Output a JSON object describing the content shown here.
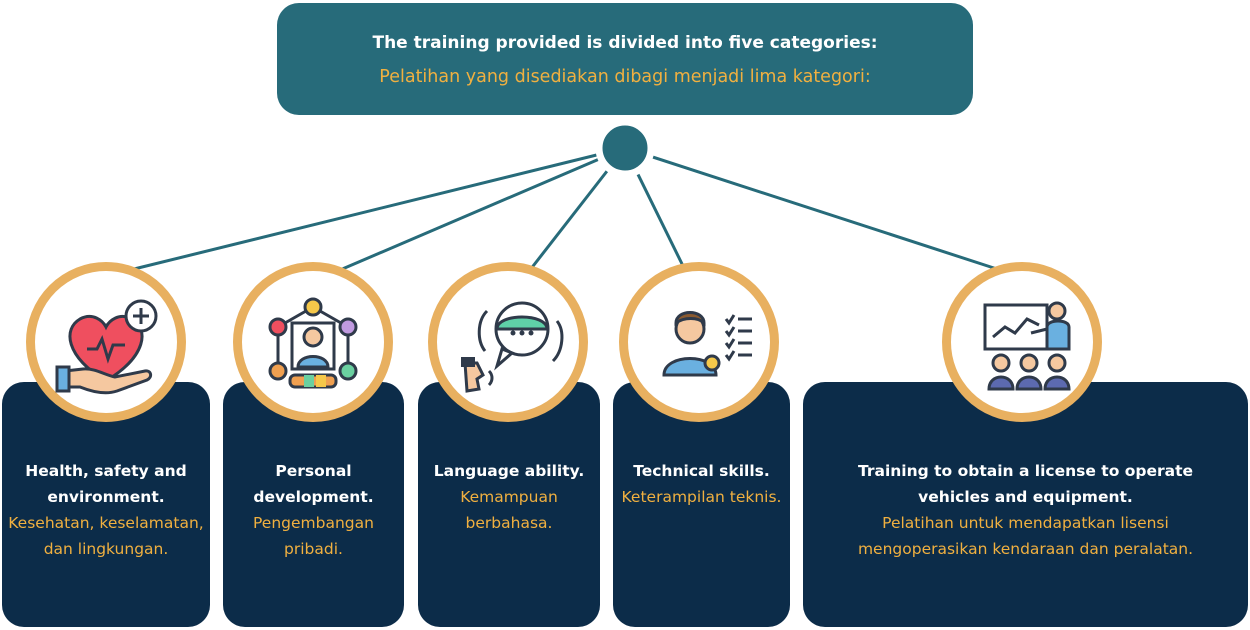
{
  "header": {
    "title": "The training provided is divided into five categories:",
    "subtitle": "Pelatihan yang disediakan dibagi menjadi lima kategori:"
  },
  "categories": [
    {
      "en": "Health, safety and environment.",
      "id": "Kesehatan, keselamatan, dan lingkungan.",
      "icon": "heart-care-icon"
    },
    {
      "en": "Personal development.",
      "id": "Pengembangan pribadi.",
      "icon": "personal-network-icon"
    },
    {
      "en": "Language ability.",
      "id": "Kemampuan berbahasa.",
      "icon": "language-globe-icon"
    },
    {
      "en": "Technical skills.",
      "id": "Keterampilan teknis.",
      "icon": "skills-checklist-icon"
    },
    {
      "en": "Training to obtain a license to operate vehicles and equipment.",
      "id": "Pelatihan untuk mendapatkan lisensi mengoperasikan kendaraan dan peralatan.",
      "icon": "presentation-class-icon"
    }
  ],
  "colors": {
    "header": "#276b7a",
    "card": "#0c2c49",
    "accent": "#f0b040",
    "ring": "#e8b060"
  }
}
